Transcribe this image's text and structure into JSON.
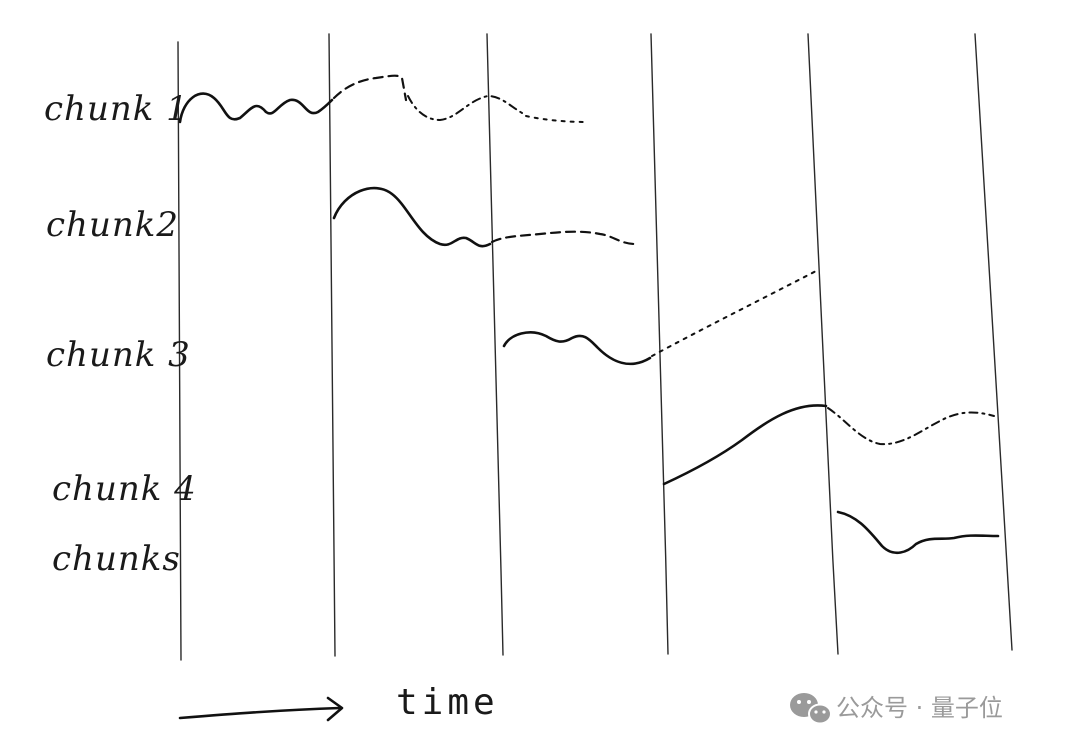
{
  "chunks": [
    {
      "label": "chunk 1"
    },
    {
      "label": "chunk2"
    },
    {
      "label": "chunk 3"
    },
    {
      "label": "chunk 4"
    },
    {
      "label": "chunks"
    }
  ],
  "axis": {
    "label": "time"
  },
  "watermark": {
    "text": "公众号 · 量子位",
    "icon": "wechat-icon"
  }
}
